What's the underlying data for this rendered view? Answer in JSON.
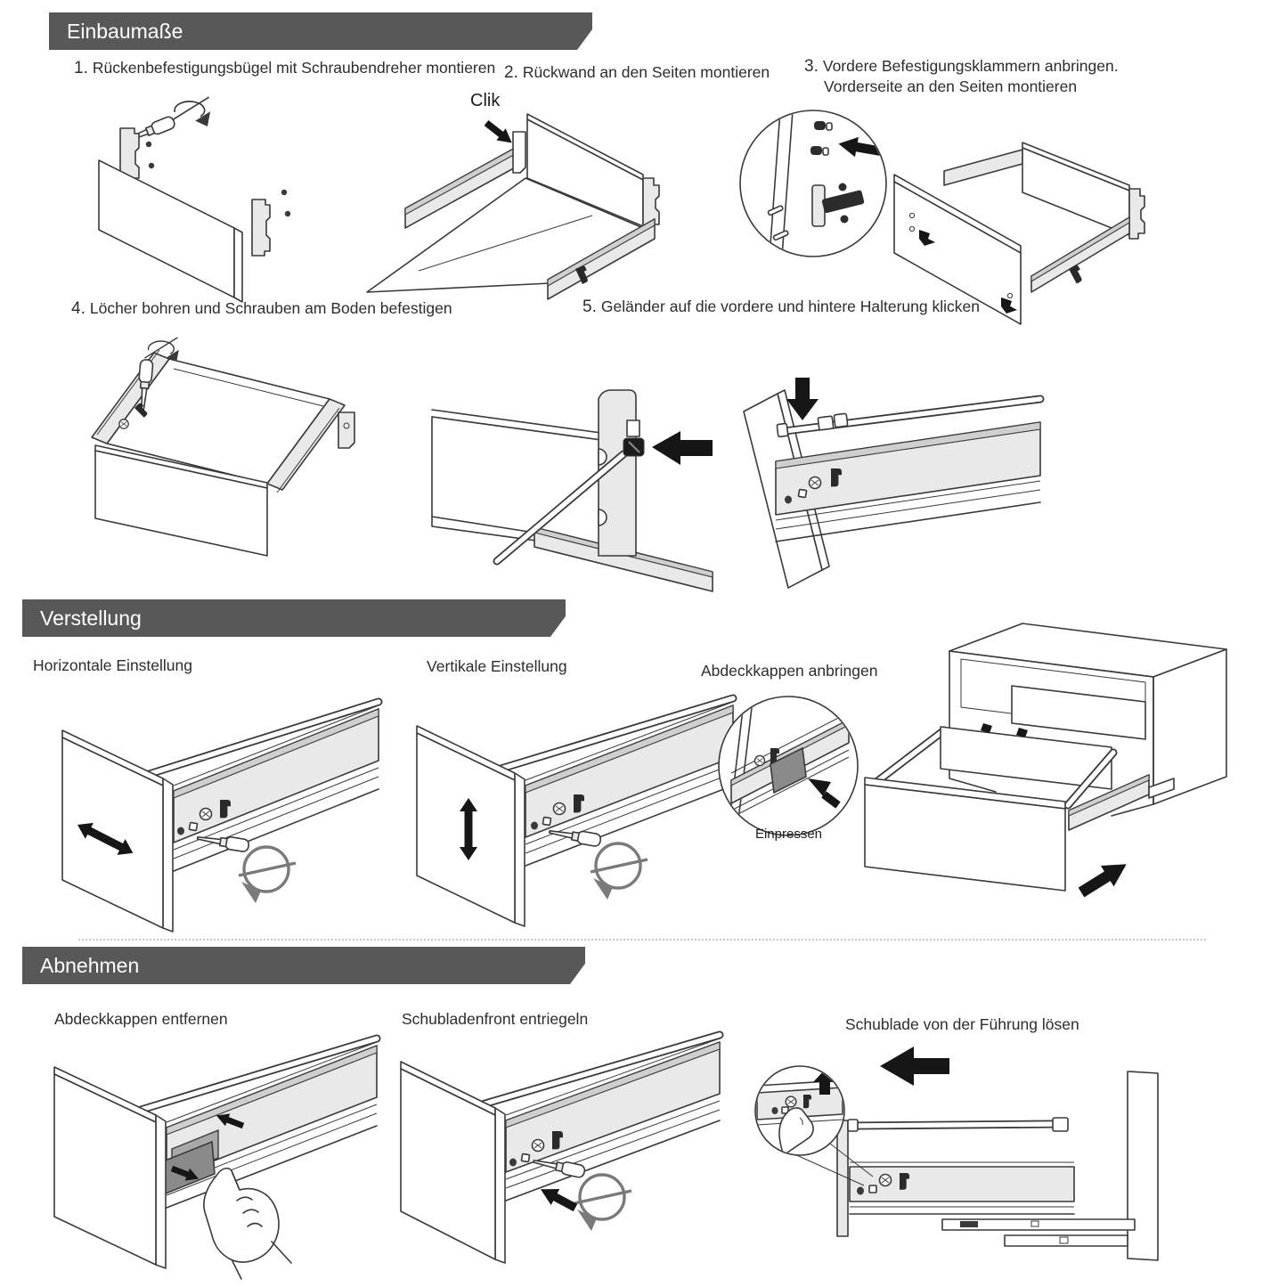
{
  "colors": {
    "banner": "#585858",
    "banner_text": "#ffffff",
    "line": "#3a3a3a",
    "light_gray": "#e9e9e9",
    "mid_gray": "#cfcfcf",
    "cap_gray": "#8a8a8a",
    "arrow_black": "#161616",
    "page_bg": "#ffffff"
  },
  "sections": [
    {
      "title": "Einbaumaße",
      "steps": [
        {
          "num": "1.",
          "text": "Rückenbefestigungsbügel mit Schraubendreher montieren"
        },
        {
          "num": "2.",
          "text": "Rückwand an den Seiten montieren"
        },
        {
          "num": "3.",
          "text": "Vordere Befestigungsklammern anbringen.",
          "text2": "Vorderseite an den Seiten montieren"
        },
        {
          "num": "4.",
          "text": "Löcher bohren und Schrauben am Boden befestigen"
        },
        {
          "num": "5.",
          "text": "Geländer auf die vordere und hintere Halterung klicken"
        }
      ],
      "labels": {
        "clik": "Clik"
      }
    },
    {
      "title": "Verstellung",
      "captions": [
        "Horizontale Einstellung",
        "Vertikale Einstellung",
        "Abdeckkappen anbringen"
      ],
      "labels": {
        "einpressen": "Einpressen"
      }
    },
    {
      "title": "Abnehmen",
      "captions": [
        "Abdeckkappen entfernen",
        "Schubladenfront entriegeln",
        "Schublade von der Führung lösen"
      ]
    }
  ]
}
